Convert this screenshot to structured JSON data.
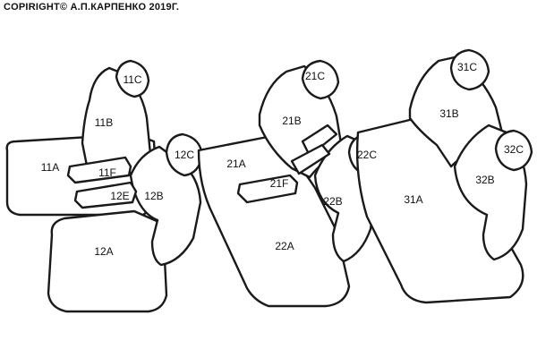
{
  "copyright": "COPIRIGHT© А.П.КАРПЕНКО 2019Г.",
  "parts": {
    "p11C": "11C",
    "p11B": "11B",
    "p11A": "11A",
    "p11F": "11F",
    "p12E": "12E",
    "p12C": "12C",
    "p12B": "12B",
    "p12A": "12A",
    "p21C": "21C",
    "p21B": "21B",
    "p21A": "21A",
    "p21F": "21F",
    "p22C": "22C",
    "p22B": "22B",
    "p22A": "22A",
    "p31C": "31C",
    "p31B": "31B",
    "p31A": "31A",
    "p32C": "32C",
    "p32B": "32B"
  },
  "colors": {
    "stroke": "#1a1a1a",
    "text": "#111111",
    "background": "#ffffff"
  }
}
